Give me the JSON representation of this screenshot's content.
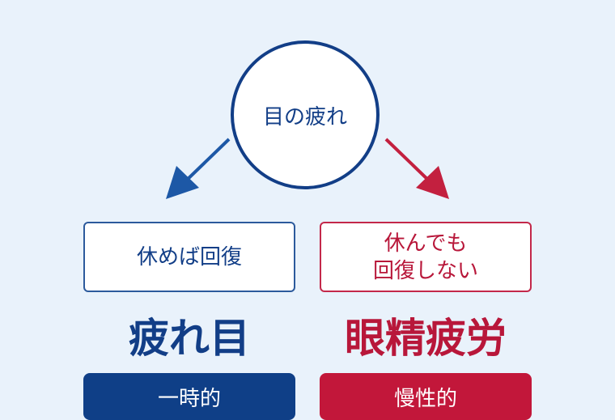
{
  "center": {
    "label": "目の疲れ"
  },
  "left": {
    "description": "休めば回復",
    "term": "疲れ目",
    "badge": "一時的",
    "color": "#0f3f87"
  },
  "right": {
    "description_line1": "休んでも",
    "description_line2": "回復しない",
    "term": "眼精疲労",
    "badge": "慢性的",
    "color": "#c2173a"
  }
}
